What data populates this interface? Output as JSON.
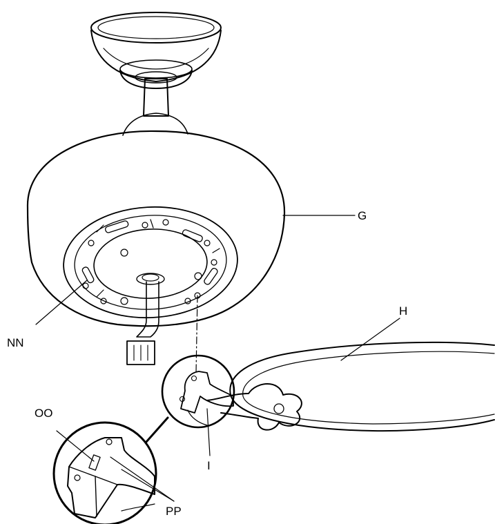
{
  "labels": {
    "G": "G",
    "H": "H",
    "I": "I",
    "NN": "NN",
    "OO": "OO",
    "PP": "PP"
  },
  "colors": {
    "line": "#000000",
    "background": "#ffffff",
    "shade": "#e6e6e6"
  }
}
